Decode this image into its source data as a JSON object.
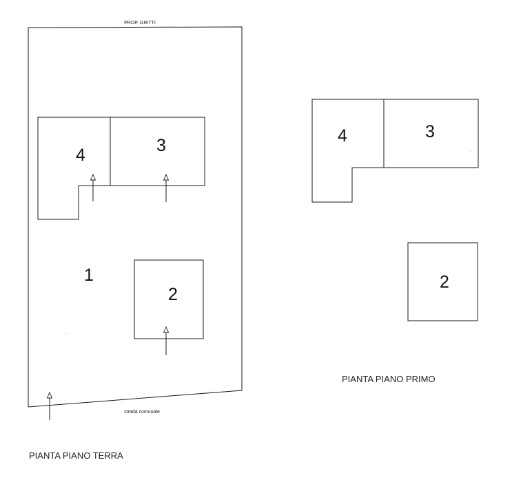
{
  "ground_floor": {
    "top_border_label": "PROP. GRITTI",
    "bottom_border_label": "strada comunale",
    "title": "PIANTA PIANO TERRA",
    "areas": {
      "one": "1",
      "two": "2",
      "three": "3",
      "four": "4"
    }
  },
  "first_floor": {
    "title": "PIANTA PIANO PRIMO",
    "areas": {
      "two": "2",
      "three": "3",
      "four": "4"
    }
  },
  "colors": {
    "line": "#1a1a1a",
    "background": "#ffffff"
  }
}
